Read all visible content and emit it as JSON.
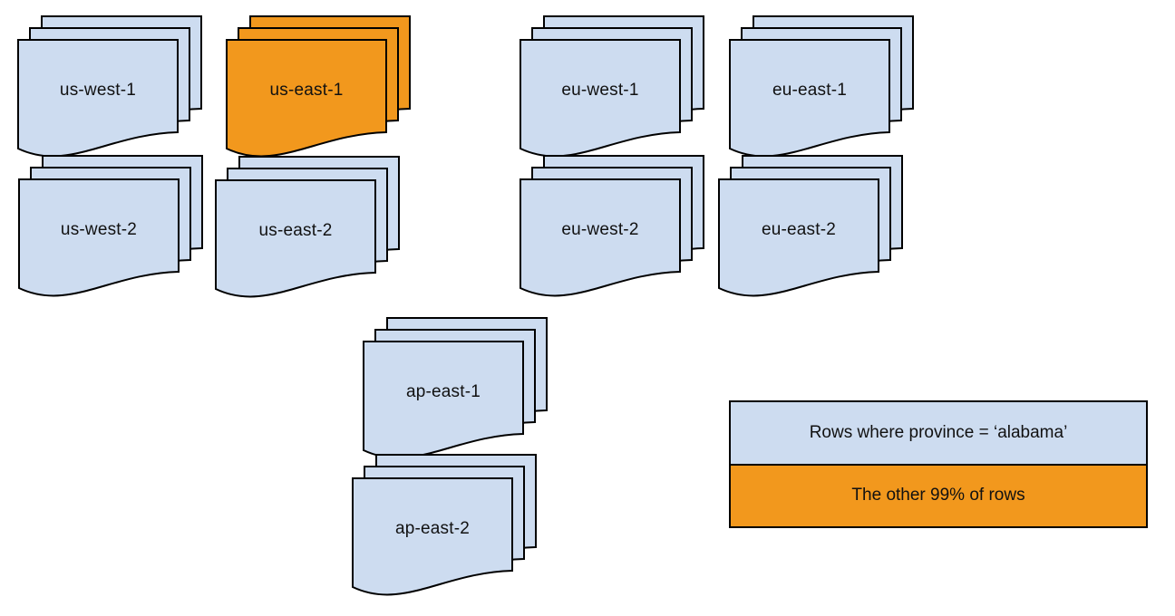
{
  "colors": {
    "region_fill": "#cddcf0",
    "highlight_fill": "#f2981d",
    "border": "#000000",
    "text": "#111111",
    "background": "#ffffff"
  },
  "diagram": {
    "stacks": [
      {
        "label": "us-west-1",
        "color": "blue"
      },
      {
        "label": "us-east-1",
        "color": "orange"
      },
      {
        "label": "eu-west-1",
        "color": "blue"
      },
      {
        "label": "eu-east-1",
        "color": "blue"
      },
      {
        "label": "us-west-2",
        "color": "blue"
      },
      {
        "label": "us-east-2",
        "color": "blue"
      },
      {
        "label": "eu-west-2",
        "color": "blue"
      },
      {
        "label": "eu-east-2",
        "color": "blue"
      },
      {
        "label": "ap-east-1",
        "color": "blue"
      },
      {
        "label": "ap-east-2",
        "color": "blue"
      }
    ]
  },
  "legend": {
    "items": [
      {
        "label": "Rows where province = ‘alabama’",
        "color": "blue"
      },
      {
        "label": "The other 99% of rows",
        "color": "orange"
      }
    ]
  }
}
